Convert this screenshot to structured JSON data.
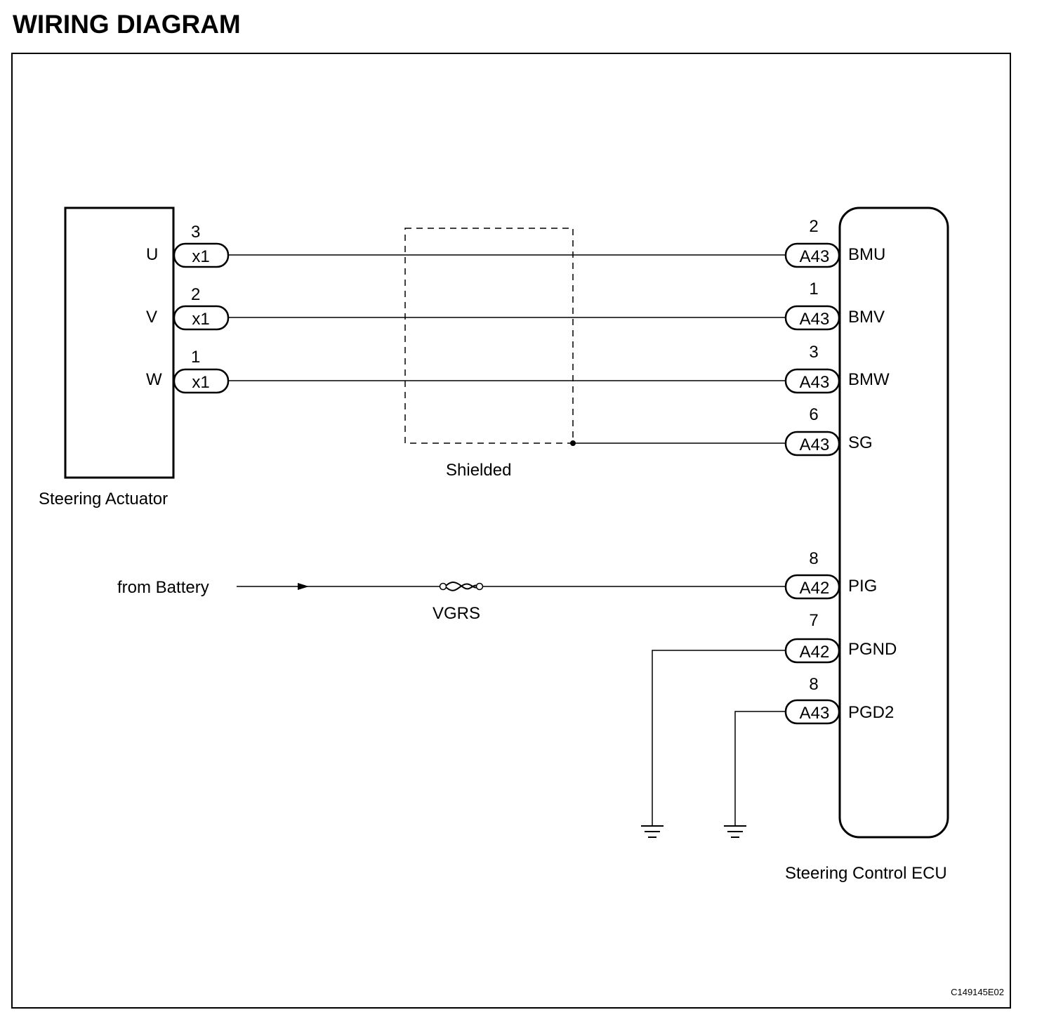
{
  "title": "WIRING DIAGRAM",
  "figure_code": "C149145E02",
  "components": {
    "actuator": "Steering Actuator",
    "ecu": "Steering Control ECU",
    "shield": "Shielded",
    "battery": "from Battery",
    "fuse": "VGRS"
  },
  "actuator_pins": [
    {
      "name": "U",
      "pin": "3",
      "connector": "x1"
    },
    {
      "name": "V",
      "pin": "2",
      "connector": "x1"
    },
    {
      "name": "W",
      "pin": "1",
      "connector": "x1"
    }
  ],
  "ecu_pins": [
    {
      "name": "BMU",
      "pin": "2",
      "connector": "A43"
    },
    {
      "name": "BMV",
      "pin": "1",
      "connector": "A43"
    },
    {
      "name": "BMW",
      "pin": "3",
      "connector": "A43"
    },
    {
      "name": "SG",
      "pin": "6",
      "connector": "A43"
    },
    {
      "name": "PIG",
      "pin": "8",
      "connector": "A42"
    },
    {
      "name": "PGND",
      "pin": "7",
      "connector": "A42"
    },
    {
      "name": "PGD2",
      "pin": "8",
      "connector": "A43"
    }
  ]
}
